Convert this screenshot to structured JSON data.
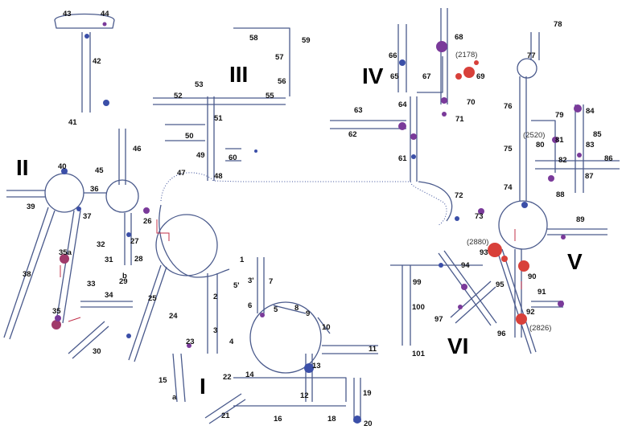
{
  "domains": [
    {
      "id": "I",
      "label": "I"
    },
    {
      "id": "II",
      "label": "II"
    },
    {
      "id": "III",
      "label": "III"
    },
    {
      "id": "IV",
      "label": "IV"
    },
    {
      "id": "V",
      "label": "V"
    },
    {
      "id": "VI",
      "label": "VI"
    }
  ],
  "helices": [
    "1",
    "2",
    "3",
    "4",
    "5",
    "5'",
    "3'",
    "6",
    "7",
    "8",
    "9",
    "10",
    "11",
    "12",
    "13",
    "14",
    "15",
    "16",
    "18",
    "19",
    "20",
    "21",
    "22",
    "23",
    "24",
    "25",
    "26",
    "27",
    "28",
    "29",
    "30",
    "31",
    "32",
    "33",
    "34",
    "35",
    "35a",
    "36",
    "37",
    "38",
    "39",
    "40",
    "41",
    "42",
    "43",
    "44",
    "45",
    "46",
    "47",
    "48",
    "49",
    "50",
    "51",
    "52",
    "53",
    "55",
    "56",
    "57",
    "58",
    "59",
    "60",
    "61",
    "62",
    "63",
    "64",
    "65",
    "66",
    "67",
    "68",
    "69",
    "70",
    "71",
    "72",
    "73",
    "74",
    "75",
    "76",
    "77",
    "78",
    "79",
    "80",
    "81",
    "82",
    "83",
    "84",
    "85",
    "86",
    "87",
    "88",
    "89",
    "90",
    "91",
    "92",
    "93",
    "94",
    "95",
    "96",
    "97",
    "99",
    "100",
    "101",
    "a",
    "b"
  ],
  "annotations": {
    "n2178": "(2178)",
    "n2520": "(2520)",
    "n2880": "(2880)",
    "n2826": "(2826)"
  },
  "colors": {
    "backbone": "#4a5a8c",
    "low": "#3b4fa8",
    "mid": "#7a3a9a",
    "high": "#d8403a"
  }
}
